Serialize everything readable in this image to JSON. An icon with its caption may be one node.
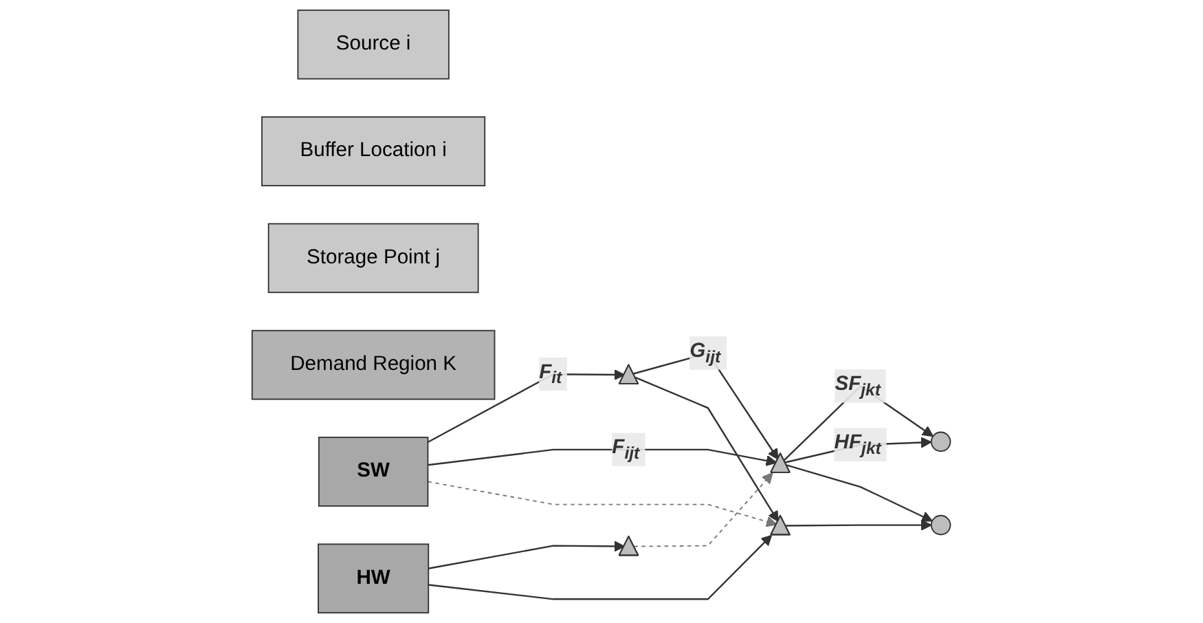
{
  "diagram": {
    "nodes": [
      {
        "text": [
          "Source i"
        ]
      },
      {
        "text": [
          "Buffer Location i"
        ]
      },
      {
        "text": [
          "Storage Point j"
        ]
      },
      {
        "text": [
          "Demand Region K"
        ]
      },
      {
        "text": [],
        "shape": "triangle"
      },
      {
        "text": [
          "SW"
        ]
      },
      {
        "text": [],
        "shape": "triangle"
      },
      {
        "text": [],
        "shape": "circle"
      },
      {
        "text": [],
        "shape": "triangle"
      },
      {
        "text": [
          "HW"
        ]
      },
      {
        "text": [],
        "shape": "triangle"
      },
      {
        "text": [],
        "shape": "circle"
      }
    ],
    "edges": [
      {
        "from": 5,
        "to": 4,
        "arrow": "to",
        "label": "F$_{it}$"
      },
      {
        "from": 4,
        "to": 6,
        "arrow": "to",
        "label": "G$_{ijt}$"
      },
      {
        "from": 5,
        "to": 6,
        "arrow": "to",
        "label": "F$_{ijt}$"
      },
      {
        "from": 6,
        "to": 7,
        "arrow": "to",
        "label": "SF$_{jkt}$"
      },
      {
        "from": 6,
        "to": 7,
        "arrow": "to",
        "label": "HF$_{jkt}$"
      },
      {
        "from": 5,
        "to": 10,
        "arrow": "to",
        "style": "dashed"
      },
      {
        "from": 4,
        "to": 10,
        "arrow": "to"
      },
      {
        "from": 8,
        "to": 6,
        "arrow": "to",
        "style": "dashed"
      },
      {
        "from": 9,
        "to": 8,
        "arrow": "to"
      },
      {
        "from": 9,
        "to": 10,
        "arrow": "to"
      },
      {
        "from": 6,
        "to": 11,
        "arrow": "to"
      },
      {
        "from": 10,
        "to": 11,
        "arrow": "to"
      }
    ]
  }
}
